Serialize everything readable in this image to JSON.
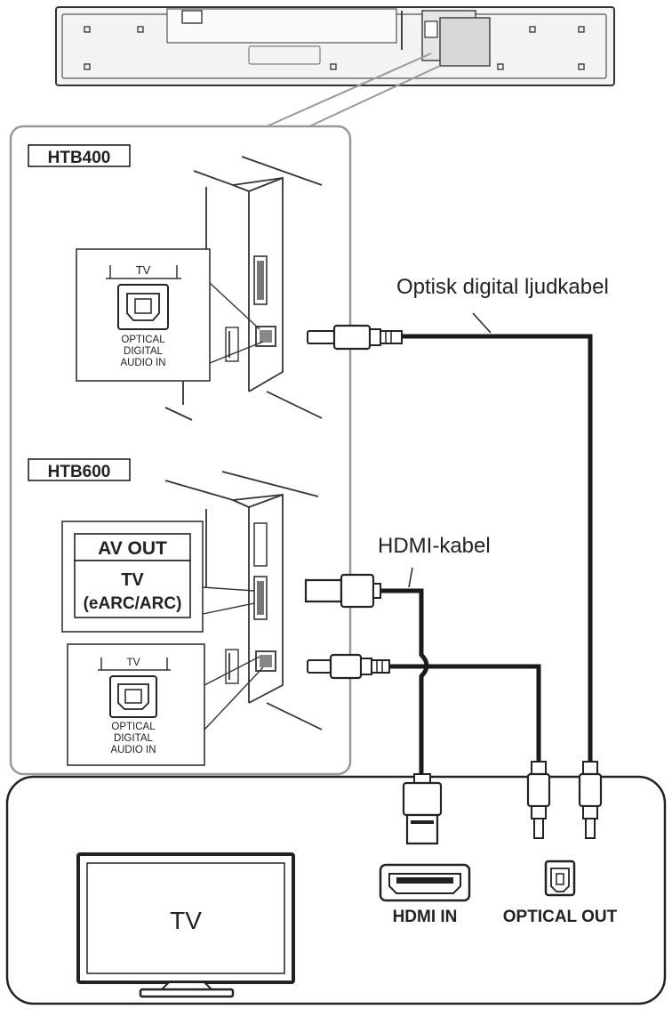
{
  "models": {
    "htb400": "HTB400",
    "htb600": "HTB600"
  },
  "htb400_port": {
    "tv": "TV",
    "line1": "OPTICAL",
    "line2": "DIGITAL",
    "line3": "AUDIO IN"
  },
  "htb600_hdmi_port": {
    "av_out": "AV OUT",
    "tv": "TV",
    "earc": "(eARC/ARC)"
  },
  "htb600_optical_port": {
    "tv": "TV",
    "line1": "OPTICAL",
    "line2": "DIGITAL",
    "line3": "AUDIO IN"
  },
  "cables": {
    "optical": "Optisk digital ljudkabel",
    "hdmi": "HDMI-kabel"
  },
  "tv_device": {
    "screen_label": "TV",
    "hdmi_in": "HDMI IN",
    "optical_out": "OPTICAL OUT"
  }
}
